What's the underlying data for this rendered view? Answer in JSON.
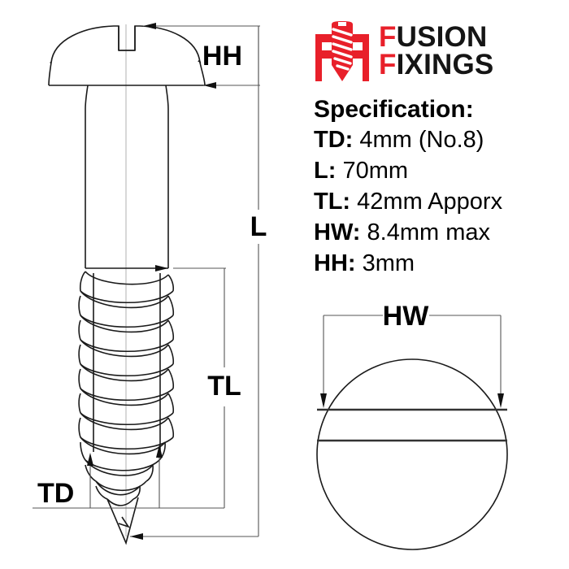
{
  "brand": {
    "logo_icon": "fusion-fixings-screw-logo",
    "line1_lead": "F",
    "line1_rest": "USION",
    "line2_lead": "F",
    "line2_rest": "IXINGS",
    "accent_color": "#e8202a",
    "text_color": "#151515"
  },
  "specification": {
    "heading": "Specification:",
    "rows": [
      {
        "key": "TD:",
        "value": "4mm (No.8)"
      },
      {
        "key": "L:",
        "value": "70mm"
      },
      {
        "key": "TL:",
        "value": "42mm Apporx"
      },
      {
        "key": "HW:",
        "value": "8.4mm max"
      },
      {
        "key": "HH:",
        "value": "3mm"
      }
    ]
  },
  "drawing": {
    "side_view_name": "round-head-wood-screw-side-view",
    "dimensions": {
      "head_height": "HH",
      "overall_length": "L",
      "thread_length": "TL",
      "thread_diameter": "TD"
    }
  },
  "head_view": {
    "name": "screw-head-top-view",
    "dimension_label": "HW",
    "drive_type": "slotted"
  }
}
